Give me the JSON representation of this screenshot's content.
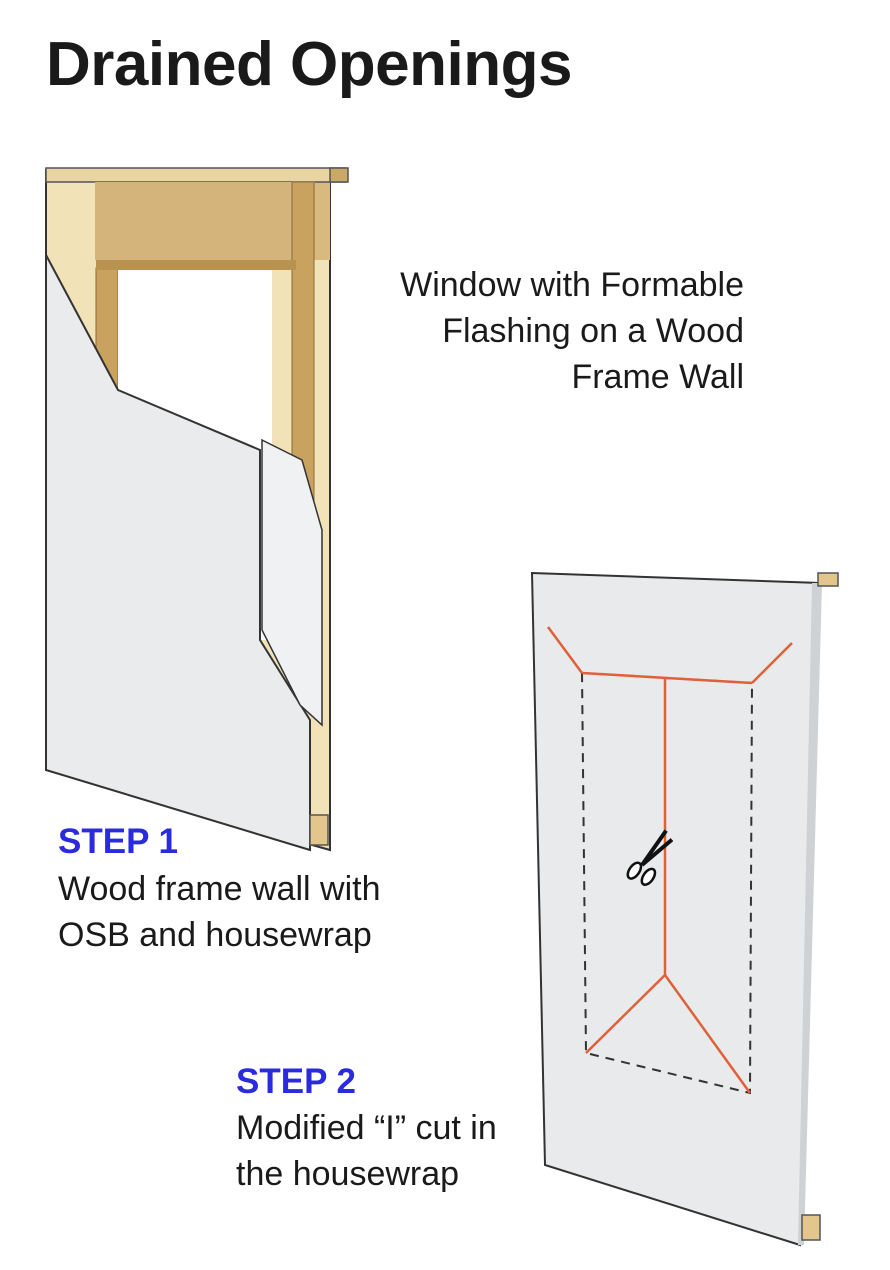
{
  "title": "Drained Openings",
  "caption": {
    "lines": [
      "Window with Formable",
      "Flashing on a Wood",
      "Frame Wall"
    ]
  },
  "steps": [
    {
      "label": "STEP 1",
      "desc_lines": [
        "Wood frame wall with",
        "OSB and housewrap"
      ]
    },
    {
      "label": "STEP 2",
      "desc_lines": [
        "Modified “I” cut in",
        "the housewrap"
      ]
    }
  ],
  "colors": {
    "step_label": "#2a2ae0",
    "cut_line": "#e0603a",
    "housewrap": "#e9ebec",
    "osb": "#d8b87a",
    "framing": "#c9a260"
  },
  "icons": {
    "scissors": "scissors-icon"
  }
}
